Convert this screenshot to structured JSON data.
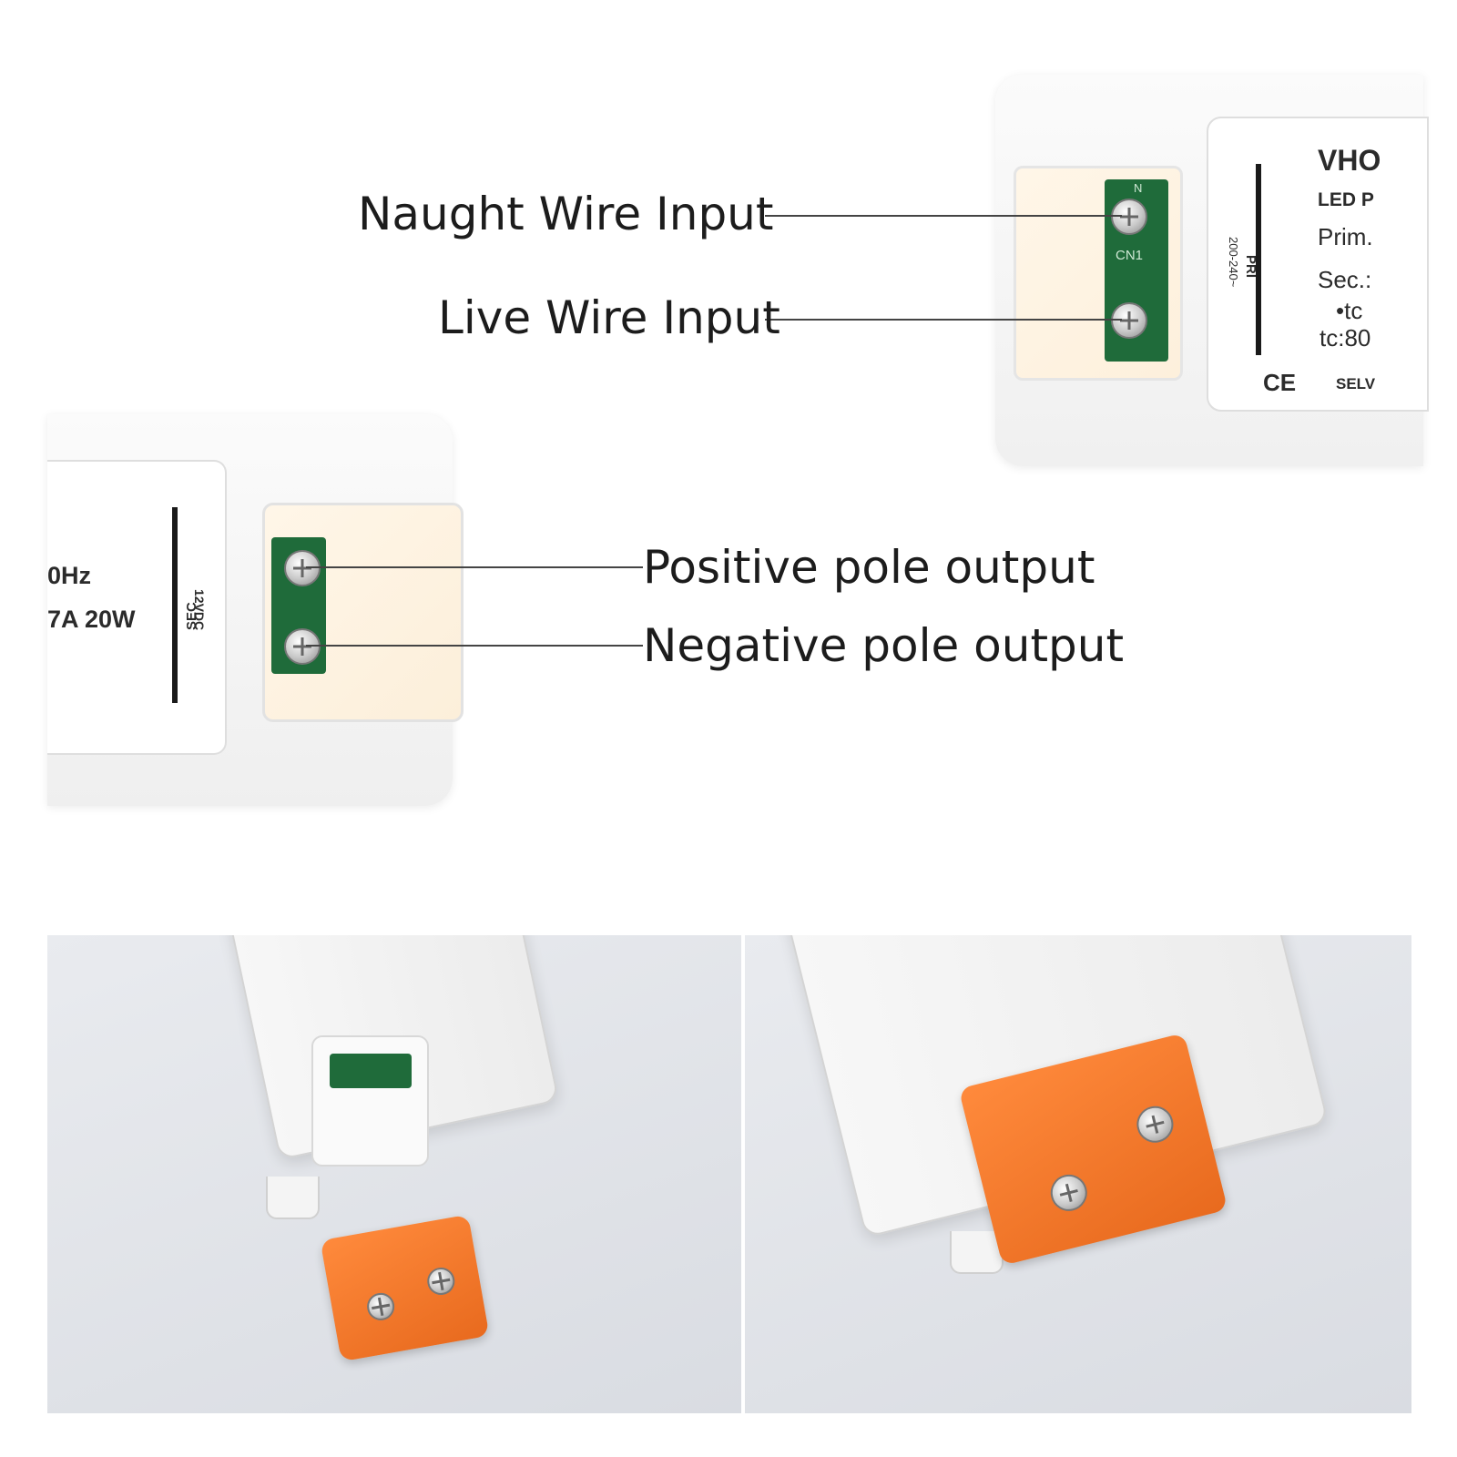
{
  "callouts": {
    "naught": "Naught Wire Input",
    "live": "Live Wire Input",
    "positive": "Positive pole output",
    "negative": "Negative pole output"
  },
  "input_label": {
    "brand": "VHO",
    "line1": "LED P",
    "line2": "Prim.",
    "line3": "Sec.:",
    "line4": "•tc",
    "line5": "tc:80",
    "pri": "PRI",
    "pri_range": "200-240~",
    "ce": "CE",
    "selv": "SELV",
    "pcb_marking": "CN1",
    "terminal_n": "N"
  },
  "output_label": {
    "line1": "0Hz",
    "line2": "7A 20W",
    "sec": "SEC",
    "vdc": "12VDC"
  },
  "colors": {
    "cover_orange": "#f07a2a",
    "pcb_green": "#1f6b3a",
    "case_white": "#f5f5f5"
  }
}
